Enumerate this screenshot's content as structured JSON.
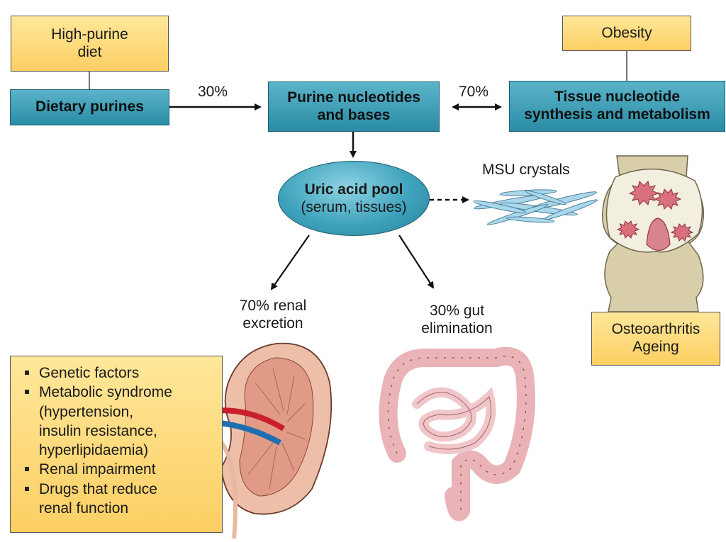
{
  "boxes": {
    "high_purine_diet": "High-purine\ndiet",
    "dietary_purines": "Dietary purines",
    "purine_nucleotides": "Purine nucleotides\nand bases",
    "tissue_nucleotide": "Tissue nucleotide\nsynthesis and metabolism",
    "obesity": "Obesity",
    "osteoarthritis": "Osteoarthritis\nAgeing"
  },
  "pool": {
    "title": "Uric acid pool",
    "subtitle": "(serum, tissues)"
  },
  "labels": {
    "dietary_percent": "30%",
    "tissue_percent": "70%",
    "msu_crystals": "MSU crystals",
    "renal_excretion": "70% renal\nexcretion",
    "gut_elimination": "30% gut\nelimination"
  },
  "risk_factors": [
    {
      "text": "Genetic factors",
      "sub": []
    },
    {
      "text": "Metabolic syndrome",
      "sub": [
        "(hypertension,",
        "insulin resistance,",
        "hyperlipidaemia)"
      ]
    },
    {
      "text": "Renal impairment",
      "sub": []
    },
    {
      "text": "Drugs that reduce",
      "sub": [
        "renal function"
      ]
    }
  ],
  "colors": {
    "teal": "#2a8ca6",
    "yellow": "#fccf63",
    "kidney": "#eebfa8",
    "intestine": "#eab3b8",
    "joint": "#d8cfb0",
    "crystal": "#9fd2e8"
  }
}
